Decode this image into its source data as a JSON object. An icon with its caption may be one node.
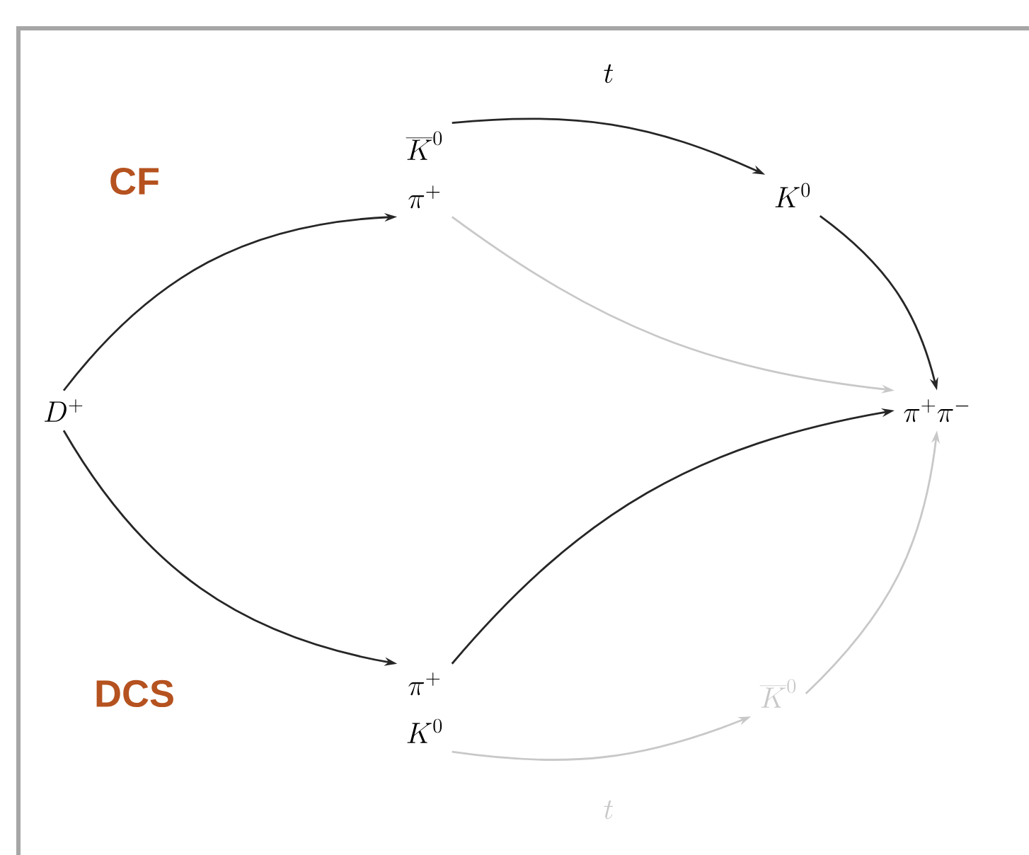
{
  "diagram": {
    "nodes": [
      {
        "text": [
          "D^+"
        ]
      },
      {
        "text": [
          "\\overline{K}^0",
          "\\pi^+"
        ]
      },
      {
        "text": [
          "K^0"
        ]
      },
      {
        "text": [
          "\\pi^+\\pi^-"
        ]
      },
      {
        "text": [
          "\\pi^+",
          "K^0"
        ]
      },
      {
        "text": [
          "\\overline{K}^0"
        ]
      }
    ],
    "edges": [
      {
        "from": 0,
        "to": 1,
        "arrow": "to"
      },
      {
        "from": 1,
        "to": 2,
        "arrow": "to",
        "label": "t"
      },
      {
        "from": 1,
        "to": 3,
        "arrow": "to",
        "color": "#c8c8c8"
      },
      {
        "from": 2,
        "to": 3,
        "arrow": "to"
      },
      {
        "from": 0,
        "to": 4,
        "arrow": "to"
      },
      {
        "from": 4,
        "to": 3,
        "arrow": "to"
      },
      {
        "from": 4,
        "to": 5,
        "arrow": "to",
        "label": "t",
        "color": "#c8c8c8"
      },
      {
        "from": 5,
        "to": 3,
        "arrow": "to",
        "color": "#c8c8c8"
      }
    ],
    "labels": [
      "CF",
      "DCS"
    ]
  }
}
